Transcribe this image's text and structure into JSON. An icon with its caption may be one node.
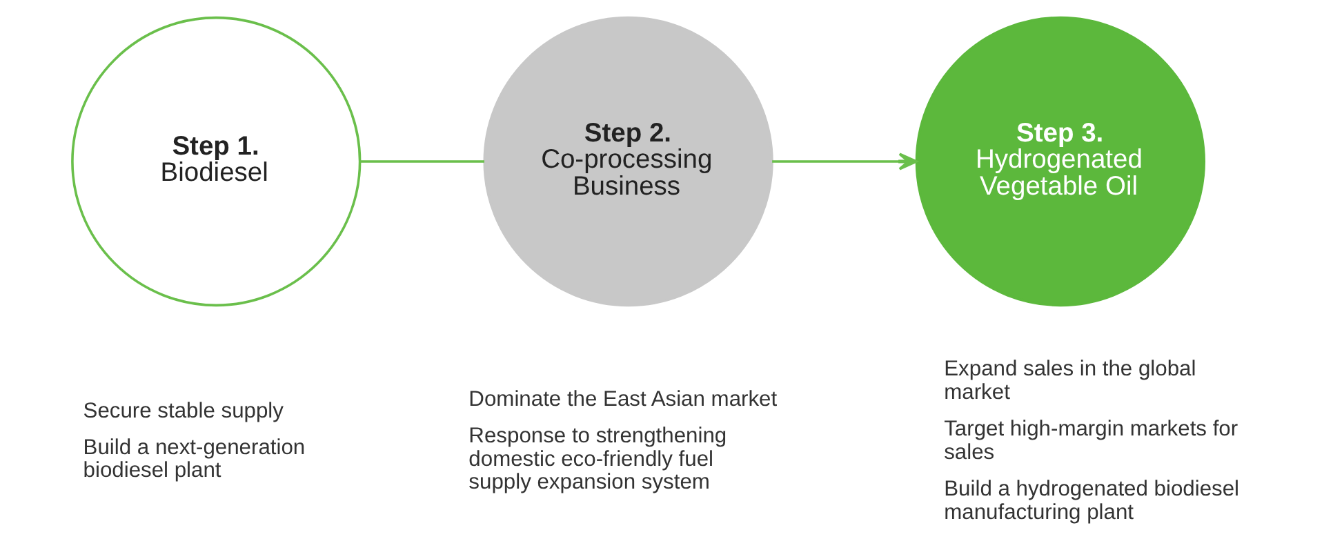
{
  "diagram": {
    "nodes": [
      {
        "text": [
          "Step 1.",
          "Biodiesel"
        ],
        "beside": [
          "Secure stable supply",
          "Build a next-generation biodiesel plant"
        ]
      },
      {
        "text": [
          "Step 2.",
          "Co-processing Business"
        ],
        "beside": [
          "Dominate the East Asian market",
          "Response to strengthening domestic eco-friendly fuel supply expansion system"
        ]
      },
      {
        "text": [
          "Step 3.",
          "Hydrogenated Vegetable Oil"
        ],
        "beside": [
          "Expand sales in the global market",
          "Target high-margin markets for sales",
          "Build a hydrogenated biodiesel manufacturing plant"
        ]
      }
    ],
    "edges": [
      {
        "from": 0,
        "to": 1,
        "arrow": "none"
      },
      {
        "from": 1,
        "to": 2,
        "arrow": "to"
      }
    ]
  }
}
